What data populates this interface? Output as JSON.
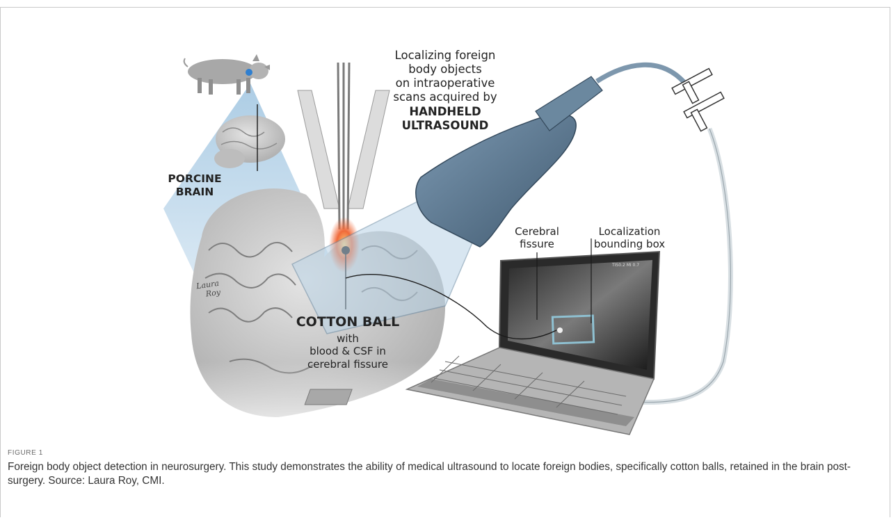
{
  "figure": {
    "labels": {
      "ultrasound_heading_lines": [
        "Localizing foreign",
        "body objects",
        "on intraoperative",
        "scans acquired by"
      ],
      "ultrasound_bold_lines": [
        "HANDHELD",
        "ULTRASOUND"
      ],
      "porcine_lines": [
        "PORCINE",
        "BRAIN"
      ],
      "cotton_ball": "COTTON BALL",
      "cotton_sub_lines": [
        "with",
        "blood & CSF in",
        "cerebral fissure"
      ],
      "cerebral_fissure_lines": [
        "Cerebral",
        "fissure"
      ],
      "localization_lines": [
        "Localization",
        "bounding box"
      ],
      "screen_readout_right": "TIS0.2  MI 0.7",
      "signature_lines": [
        "Laura",
        "Roy"
      ]
    },
    "colors": {
      "probe": "#5f7f9c",
      "cable": "#dde3e6",
      "brain": "#c8c8c8",
      "cone": "#b9d3e6",
      "highlight": "#f06a3a"
    }
  },
  "caption": {
    "label": "FIGURE 1",
    "text": "Foreign body object detection in neurosurgery. This study demonstrates the ability of medical ultrasound to locate foreign bodies, specifically cotton balls, retained in the brain post-surgery. Source: Laura Roy, CMI."
  }
}
